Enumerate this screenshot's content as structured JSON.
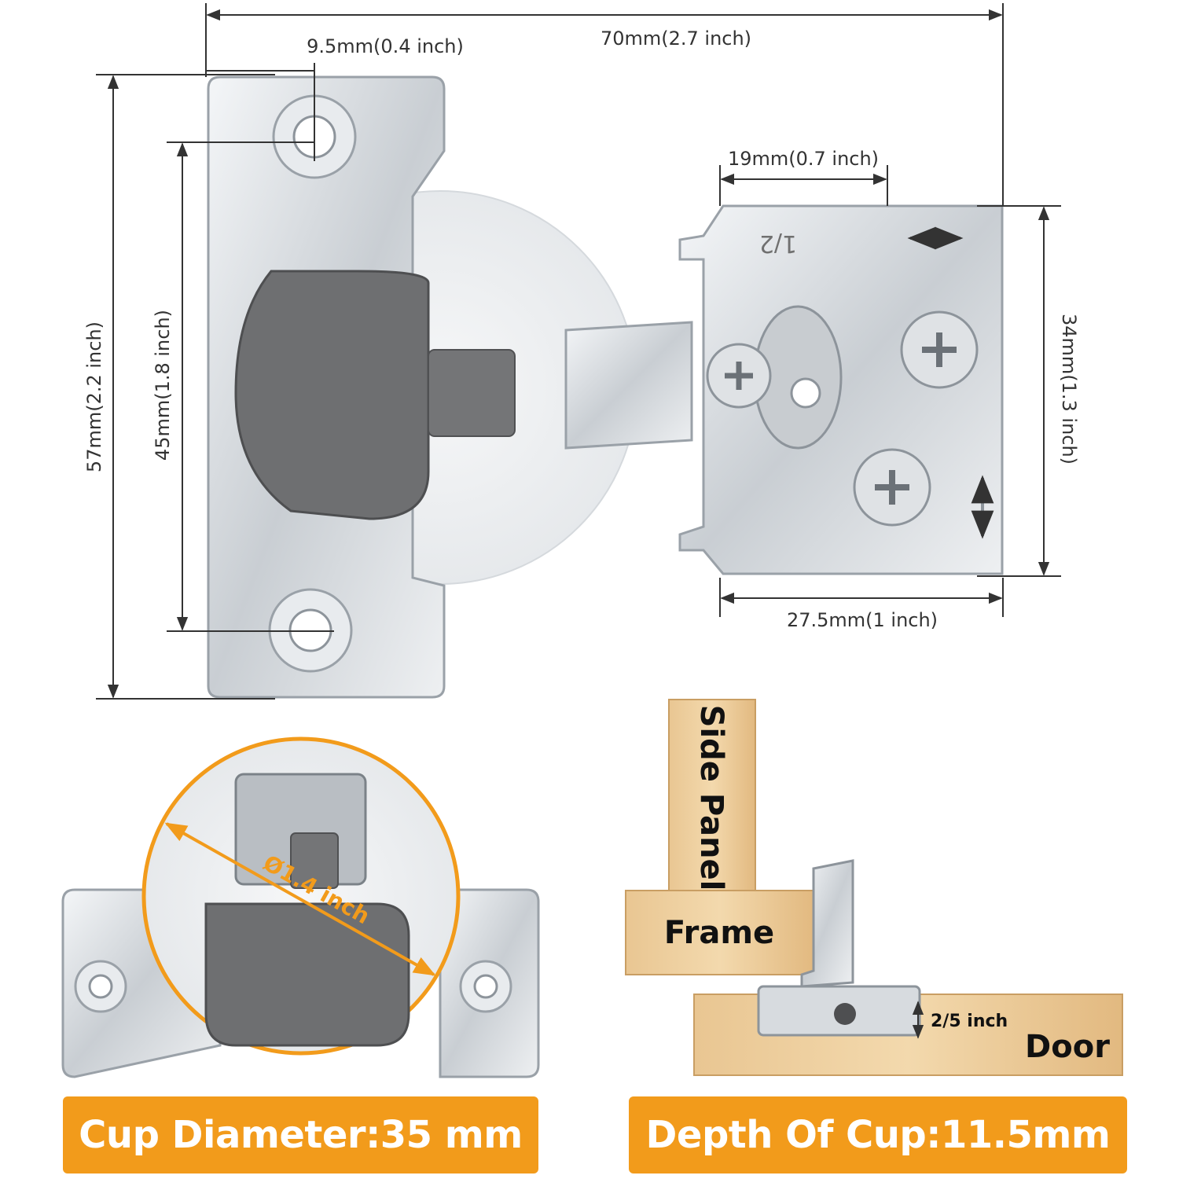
{
  "colors": {
    "accent": "#F29B1B",
    "metal": "#D8DCE0",
    "plastic": "#6E6F71",
    "wood": "#E7C08F"
  },
  "dimensions": {
    "overall_width": "70mm(2.7 inch)",
    "hole_offset": "9.5mm(0.4 inch)",
    "arm_width_top": "19mm(0.7 inch)",
    "plate_height": "57mm(2.2 inch)",
    "hole_spacing": "45mm(1.8 inch)",
    "arm_height": "34mm(1.3 inch)",
    "arm_length": "27.5mm(1 inch)"
  },
  "cup_view": {
    "diameter_label": "Ø1.4 inch"
  },
  "install_view": {
    "side_panel": "Side Panel",
    "frame": "Frame",
    "door": "Door",
    "depth": "2/5 inch"
  },
  "arm_marking": "1/2",
  "banners": {
    "cup_diameter": "Cup Diameter:35 mm",
    "cup_depth": "Depth Of Cup:11.5mm"
  }
}
